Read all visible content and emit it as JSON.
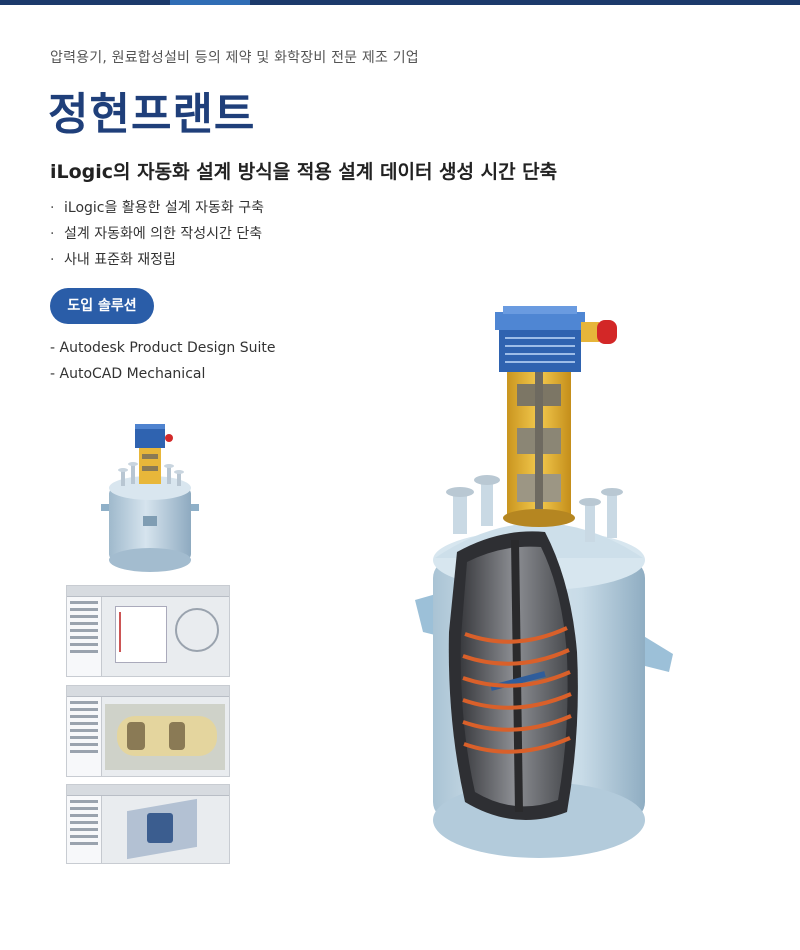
{
  "header": {
    "tagline": "압력용기, 원료합성설비 등의 제약 및 화학장비 전문 제조 기업",
    "company_name": "정현프랜트",
    "headline": "iLogic의 자동화 설계 방식을 적용 설계 데이터 생성 시간 단축"
  },
  "benefits": [
    {
      "bullet": "·",
      "text": "iLogic을 활용한 설계 자동화 구축"
    },
    {
      "bullet": "·",
      "text": "설계 자동화에 의한 작성시간 단축"
    },
    {
      "bullet": "·",
      "text": "사내 표준화 재정립"
    }
  ],
  "solution": {
    "badge_label": "도입 솔루션",
    "items": [
      "- Autodesk Product Design Suite",
      "- AutoCAD Mechanical"
    ]
  },
  "colors": {
    "brand_navy": "#1f3f7a",
    "badge_blue": "#2a5da8",
    "vessel_body": "#bfd3e1",
    "drive_yellow": "#e8b73a",
    "motor_blue": "#2f63b0",
    "coil_orange": "#d9602a"
  }
}
